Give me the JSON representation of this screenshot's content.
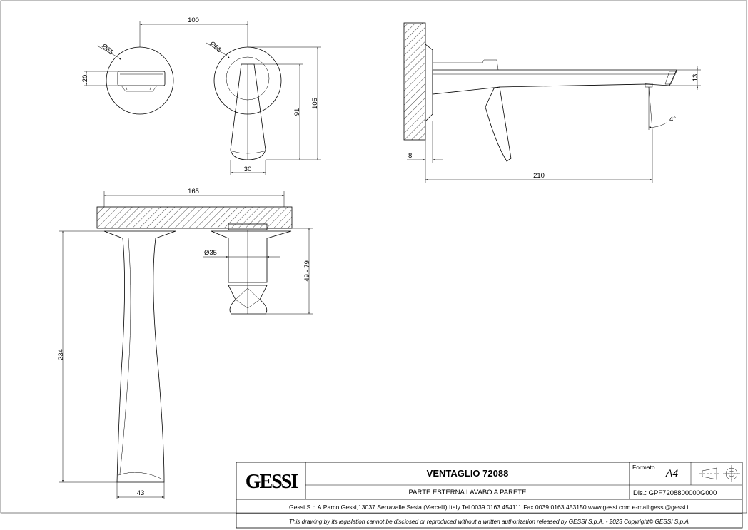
{
  "dimensions": {
    "top_spacing": "100",
    "rosette_diameter_left": "Ø65",
    "rosette_diameter_right": "Ø65",
    "slot_height": "20",
    "lever_height": "91",
    "total_height": "105",
    "lever_width": "30",
    "spout_thickness": "13",
    "spout_angle": "4°",
    "wall_offset": "8",
    "spout_length": "210",
    "slab_length": "165",
    "body_diameter": "Ø35",
    "body_range": "49 - 79",
    "spout_total": "234",
    "spout_base": "43"
  },
  "title_block": {
    "logo": "GESSI",
    "product_name": "VENTAGLIO 72088",
    "description": "PARTE ESTERNA LAVABO A PARETE",
    "format_label": "Formato",
    "format_value": "A4",
    "drawing_number": "Dis.: GPF7208800000G000",
    "company_info": "Gessi S.p.A.Parco Gessi,13037 Serravalle Sesia (Vercelli) Italy Tel.0039 0163 454111 Fax.0039 0163 453150 www.gessi.com e-mail:gessi@gessi.it",
    "copyright": "This drawing by its legislation cannot be disclosed or reproduced without a written authorization released by GESSI S.p.A. - 2023 Copyright© GESSI S.p.A."
  }
}
